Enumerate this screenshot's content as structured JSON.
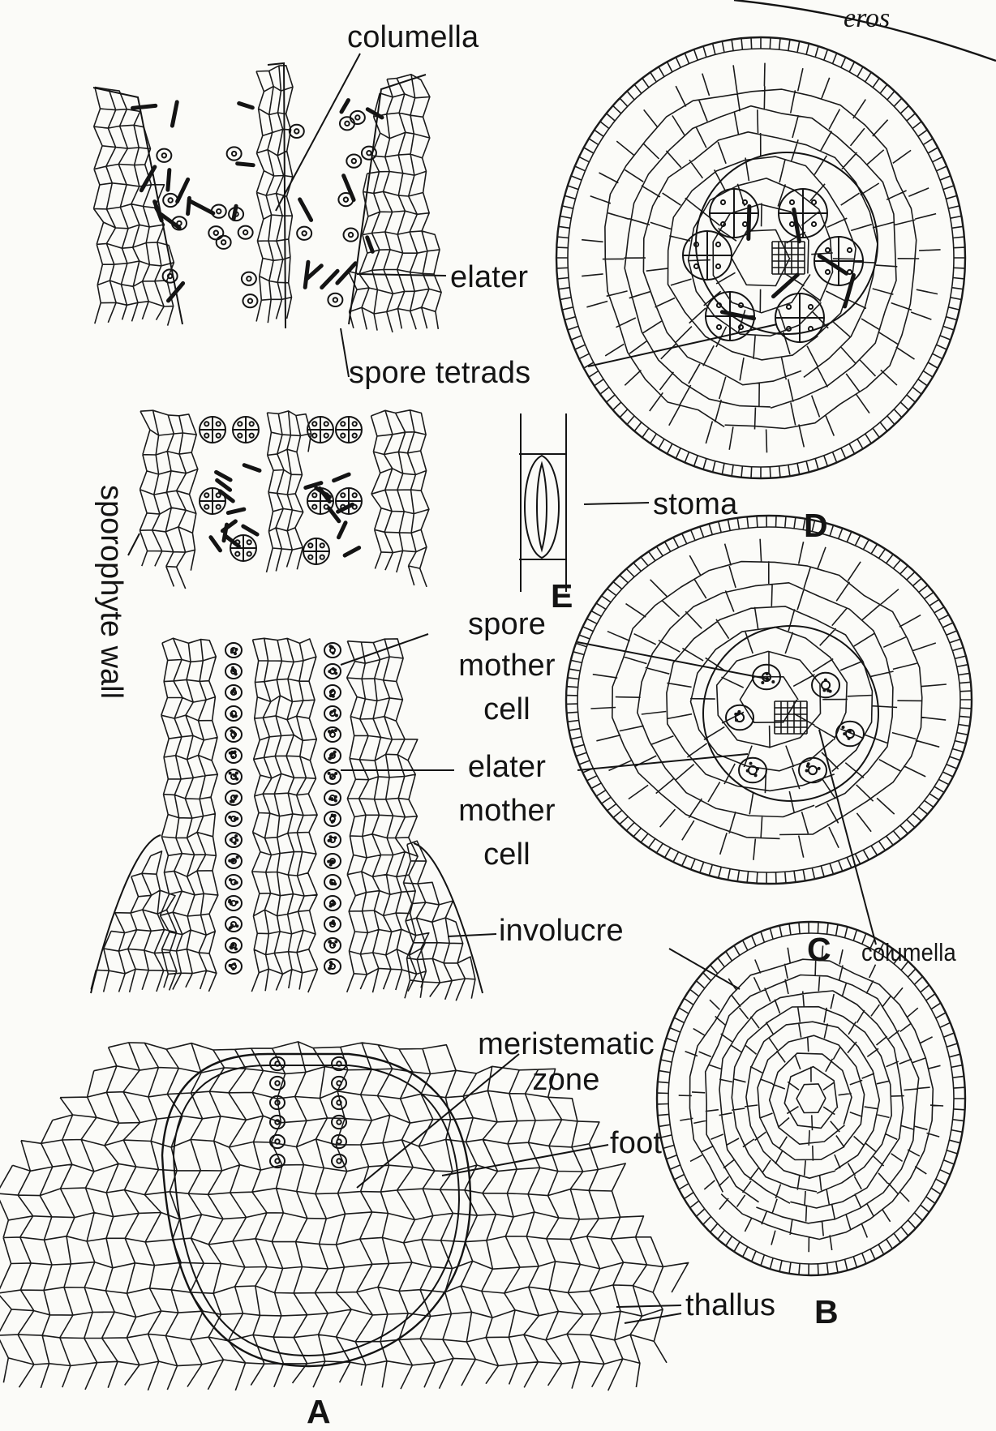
{
  "header_fragment": "eros",
  "labels": {
    "columella_top": "columella",
    "elater": "elater",
    "spore_tetrads": "spore tetrads",
    "stoma": "stoma",
    "sporophyte_wall": "sporophyte wall",
    "spore_mother_cell": [
      "spore",
      "mother",
      "cell"
    ],
    "elater_mother_cell": [
      "elater",
      "mother",
      "cell"
    ],
    "involucre": "involucre",
    "meristematic_zone": [
      "meristematic",
      "zone"
    ],
    "foot": "foot",
    "thallus": "thallus",
    "columella_c": "columella"
  },
  "panels": {
    "A": "A",
    "B": "B",
    "C": "C",
    "D": "D",
    "E": "E"
  },
  "colors": {
    "ink": "#141414",
    "paper": "#fbfbf8"
  }
}
